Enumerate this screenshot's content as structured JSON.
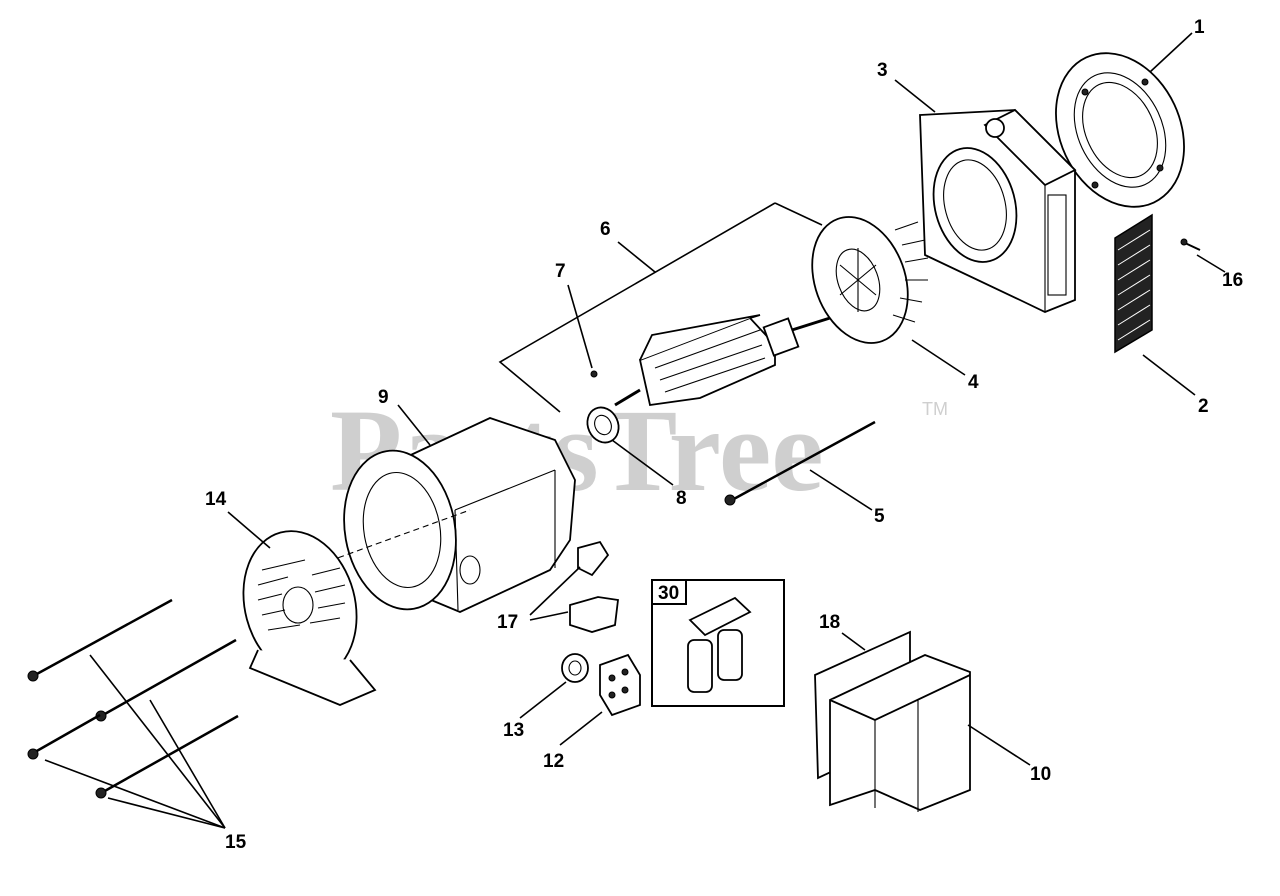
{
  "watermark": {
    "text": "PartsTree",
    "trademark": "TM"
  },
  "inset": {
    "label": "30"
  },
  "callouts": {
    "c1": "1",
    "c2": "2",
    "c3": "3",
    "c4": "4",
    "c5": "5",
    "c6": "6",
    "c7": "7",
    "c8": "8",
    "c9": "9",
    "c10": "10",
    "c12": "12",
    "c13": "13",
    "c14": "14",
    "c15": "15",
    "c16": "16",
    "c17": "17",
    "c18": "18"
  }
}
